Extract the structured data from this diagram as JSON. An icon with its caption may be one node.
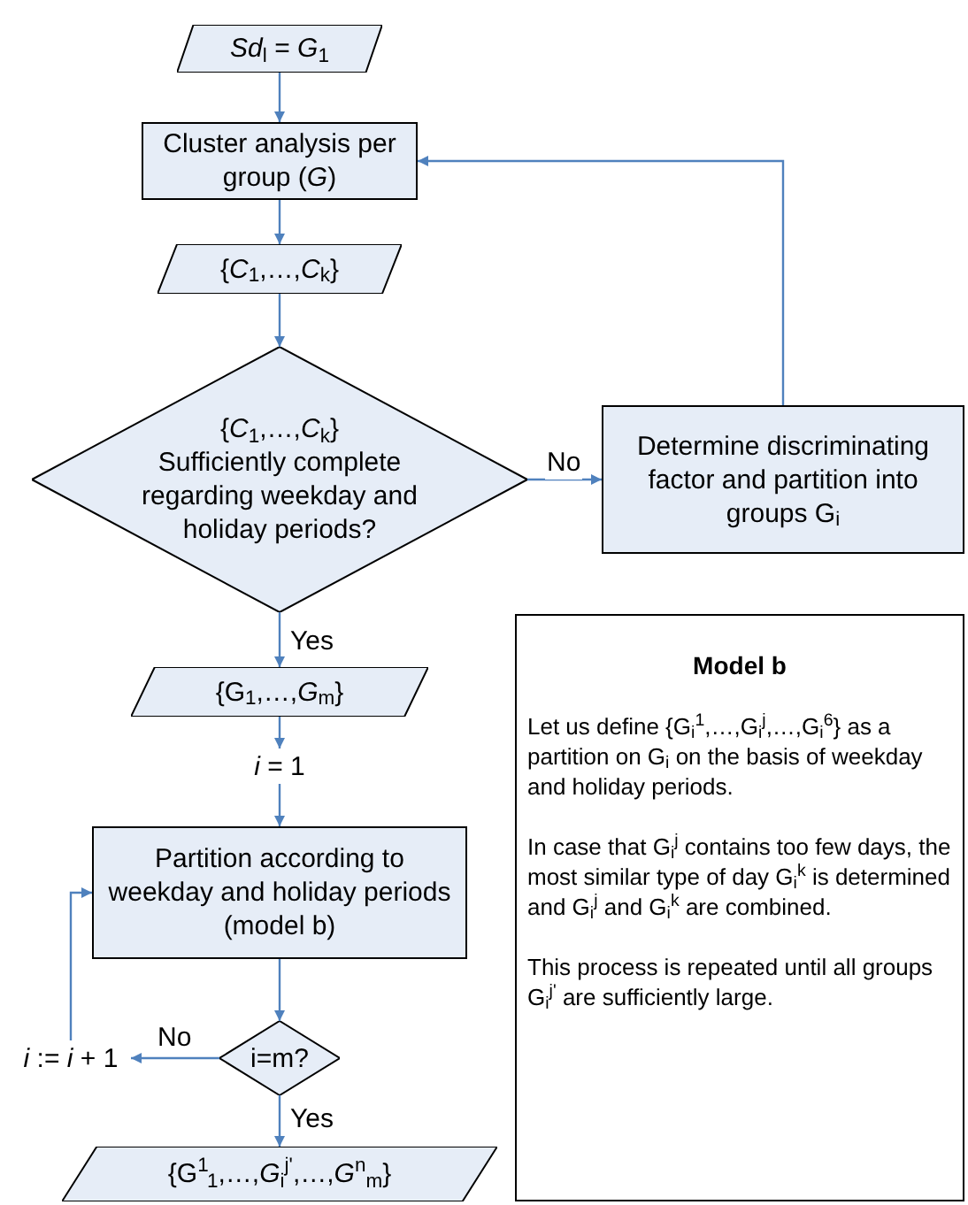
{
  "diagram": {
    "nodes": [
      {
        "text": [
          "*Sd*$_{l}$ = *G*$_{1}$"
        ]
      },
      {
        "text": [
          "Cluster analysis per group (*G*)"
        ]
      },
      {
        "text": [
          "{*C*$_{1}$,…,*C*$_{k}$}"
        ]
      },
      {
        "text": [
          "{*C*$_{1}$,…,*C*$_{k}$}",
          "Sufficiently complete regarding weekday and holiday periods?"
        ]
      },
      {
        "text": [
          "Determine discriminating factor and partition into groups G$_{i}$"
        ]
      },
      {
        "text": [
          "{G$_{1}$,…,*G*$_{m}$}"
        ]
      },
      {
        "text": [
          "*i* = 1"
        ]
      },
      {
        "text": [
          "Partition according to weekday and holiday periods (model b)"
        ]
      },
      {
        "text": [
          "i=m?"
        ]
      },
      {
        "text": [
          "*i* := *i* + 1"
        ]
      },
      {
        "text": [
          "{G$^{1}$$_{1}$,…,*G*$_{i}$$^{j'}$,…,*G*$^{n}$$_{m}$}"
        ]
      },
      {
        "text": [
          "Model b",
          "Let us define {G$_{i}$$^{1}$,…,G$_{i}$$^{j}$,…,G$_{i}$$^{6}$} as a partition on G$_{i}$ on the basis of weekday and holiday periods.",
          "In case that G$_{i}$$^{j}$ contains too few days, the most similar type of day G$_{i}$$^{k}$ is determined and G$_{i}$$^{j}$ and G$_{i}$$^{k}$ are combined.",
          "This process is repeated until all groups G$_{i}$$^{j'}$ are sufficiently large."
        ]
      }
    ],
    "edges": [
      {
        "from": 0,
        "to": 1,
        "arrow": "to"
      },
      {
        "from": 1,
        "to": 2,
        "arrow": "to"
      },
      {
        "from": 2,
        "to": 3,
        "arrow": "to"
      },
      {
        "from": 3,
        "to": 4,
        "arrow": "to",
        "label": "No"
      },
      {
        "from": 4,
        "to": 1,
        "arrow": "to"
      },
      {
        "from": 3,
        "to": 5,
        "arrow": "to",
        "label": "Yes"
      },
      {
        "from": 5,
        "to": 6,
        "arrow": "to"
      },
      {
        "from": 6,
        "to": 7,
        "arrow": "to"
      },
      {
        "from": 7,
        "to": 8,
        "arrow": "to"
      },
      {
        "from": 8,
        "to": 9,
        "arrow": "to",
        "label": "No"
      },
      {
        "from": 9,
        "to": 7,
        "arrow": "to"
      },
      {
        "from": 8,
        "to": 10,
        "arrow": "to",
        "label": "Yes"
      }
    ]
  }
}
